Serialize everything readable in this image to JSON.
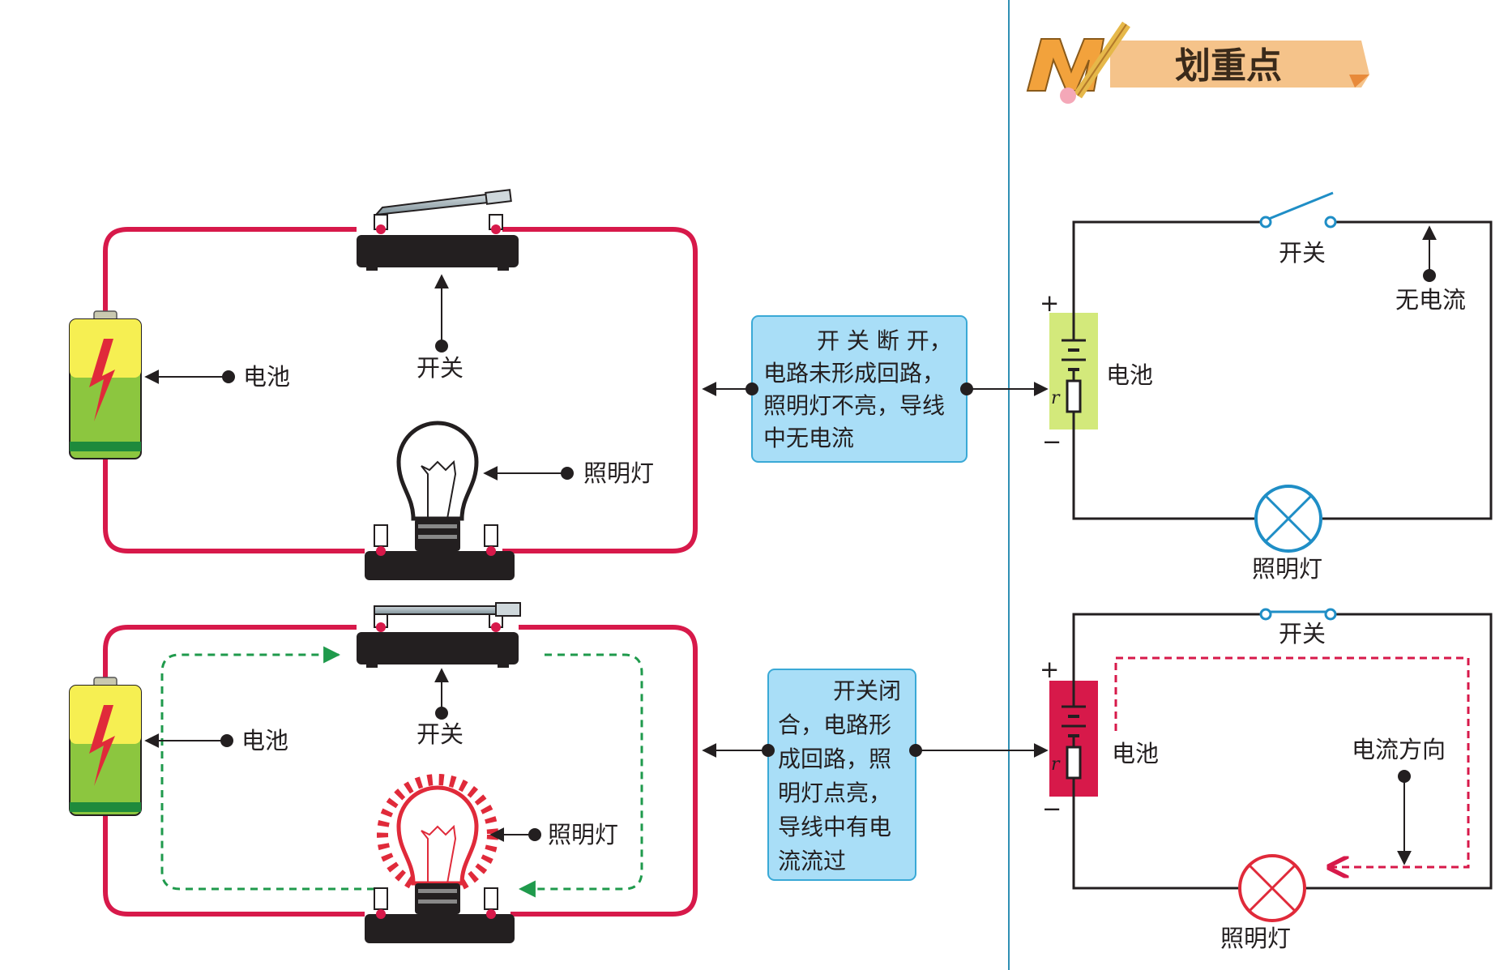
{
  "header": {
    "title": "划重点"
  },
  "open_circuit": {
    "labels": {
      "battery": "电池",
      "switch": "开关",
      "lamp": "照明灯"
    },
    "explanation": [
      "开 关 断 开，",
      "电路未形成回路，",
      "照明灯不亮，导线",
      "中无电流"
    ],
    "schematic": {
      "switch": "开关",
      "no_current": "无电流",
      "battery": "电池",
      "lamp": "照明灯",
      "plus": "+",
      "minus": "−",
      "r": "r"
    }
  },
  "closed_circuit": {
    "labels": {
      "battery": "电池",
      "switch": "开关",
      "lamp": "照明灯"
    },
    "explanation": [
      "开关闭",
      "合，电路形",
      "成回路，照",
      "明灯点亮，",
      "导线中有电",
      "流流过"
    ],
    "schematic": {
      "switch": "开关",
      "current_direction": "电流方向",
      "battery": "电池",
      "lamp": "照明灯",
      "plus": "+",
      "minus": "−",
      "r": "r"
    }
  },
  "colors": {
    "wire_red": "#d7194a",
    "box_fill": "#a9def7",
    "box_stroke": "#3aa9d6",
    "divider": "#2f8fb4",
    "lamp_blue": "#1f8ec6",
    "lamp_red": "#e02a3a",
    "current_green": "#1f9a4c",
    "current_red": "#d7194a",
    "battery_yellow": "#f6ef52",
    "battery_green": "#8cc63f",
    "header_bg": "#f5c38a"
  }
}
